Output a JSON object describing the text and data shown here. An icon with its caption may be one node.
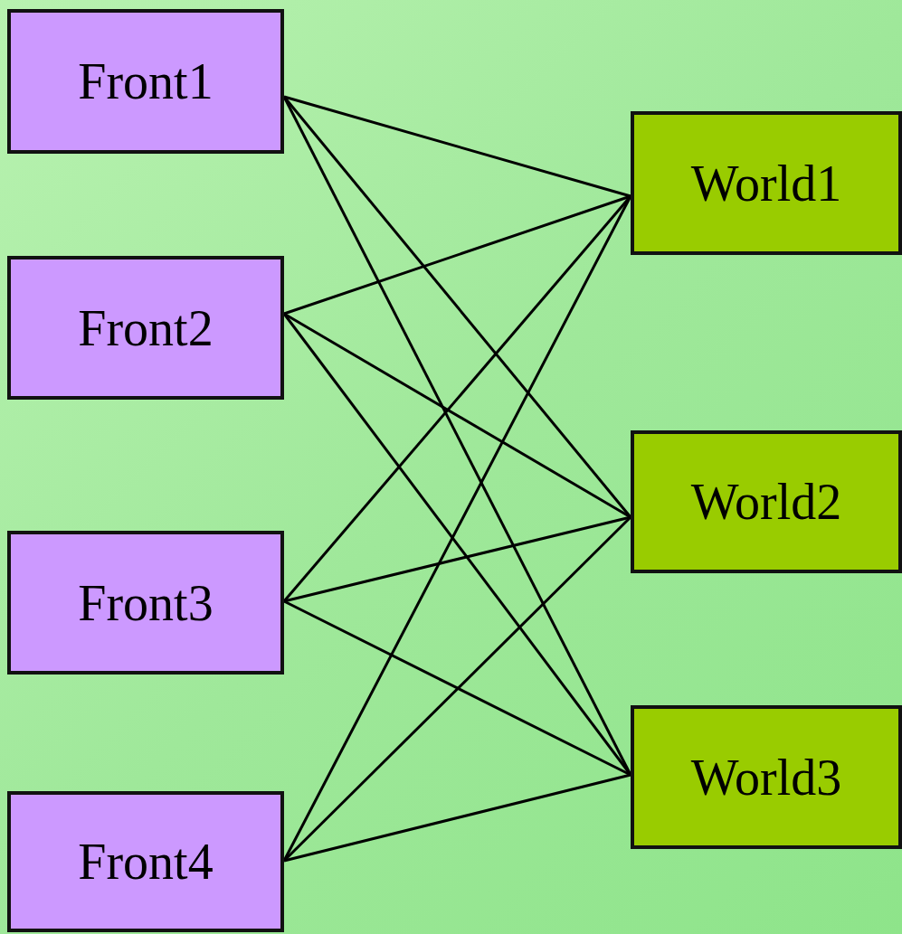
{
  "diagram": {
    "nodes": [
      {
        "text": [
          "Front1"
        ]
      },
      {
        "text": [
          "Front2"
        ]
      },
      {
        "text": [
          "Front3"
        ]
      },
      {
        "text": [
          "Front4"
        ]
      },
      {
        "text": [
          "World1"
        ]
      },
      {
        "text": [
          "World2"
        ]
      },
      {
        "text": [
          "World3"
        ]
      }
    ],
    "edges": [
      {
        "from": 0,
        "to": 4,
        "arrow": "none"
      },
      {
        "from": 0,
        "to": 5,
        "arrow": "none"
      },
      {
        "from": 0,
        "to": 6,
        "arrow": "none"
      },
      {
        "from": 1,
        "to": 4,
        "arrow": "none"
      },
      {
        "from": 1,
        "to": 5,
        "arrow": "none"
      },
      {
        "from": 1,
        "to": 6,
        "arrow": "none"
      },
      {
        "from": 2,
        "to": 4,
        "arrow": "none"
      },
      {
        "from": 2,
        "to": 5,
        "arrow": "none"
      },
      {
        "from": 2,
        "to": 6,
        "arrow": "none"
      },
      {
        "from": 3,
        "to": 4,
        "arrow": "none"
      },
      {
        "from": 3,
        "to": 5,
        "arrow": "none"
      },
      {
        "from": 3,
        "to": 6,
        "arrow": "none"
      }
    ]
  }
}
